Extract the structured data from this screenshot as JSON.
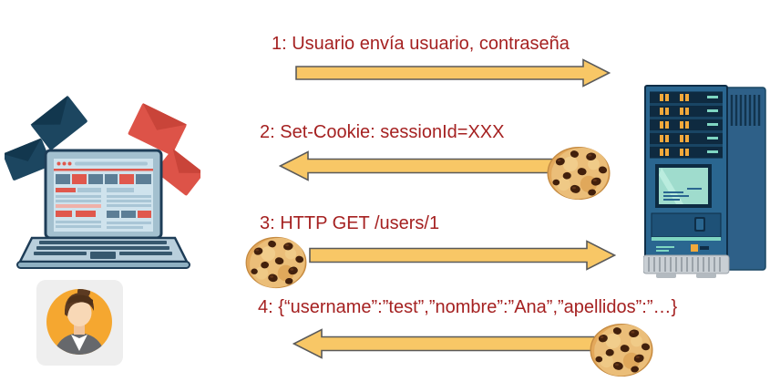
{
  "diagram_type": "sequence-flow",
  "messages": [
    {
      "label": "1: Usuario envía usuario, contraseña",
      "direction": "right",
      "has_cookie": false,
      "cookie_position": null
    },
    {
      "label": "2: Set-Cookie: sessionId=XXX",
      "direction": "left",
      "has_cookie": true,
      "cookie_position": "right-end"
    },
    {
      "label": "3: HTTP GET /users/1",
      "direction": "right",
      "has_cookie": true,
      "cookie_position": "left-end"
    },
    {
      "label": "4: {“username”:”test”,”nombre”:”Ana”,”apellidos”:”…}",
      "direction": "left",
      "has_cookie": true,
      "cookie_position": "right-end"
    }
  ],
  "actors": {
    "client": {
      "icon": "laptop-with-emails-illustration",
      "avatar_icon": "woman-avatar"
    },
    "server": {
      "icon": "server-tower-illustration"
    }
  },
  "icons": [
    "cookie-icon",
    "laptop-icon",
    "envelope-icon",
    "server-icon",
    "woman-avatar-icon"
  ],
  "colors": {
    "background": "#FFFFFF",
    "message_text": "#A52121",
    "arrow_fill": "#F8C766",
    "arrow_stroke": "#5A5A5A",
    "laptop_frame": "#A3C0CF",
    "laptop_outline": "#1E3D57",
    "browser_bg": "#CFE3ED",
    "accent_red": "#E0584D",
    "accent_bluegrey": "#5C7E96",
    "envelope_navy": "#1C4660",
    "envelope_red": "#DD5348",
    "server_blue": "#2A6690",
    "server_dark": "#0F2E47",
    "server_led_orange": "#F2A93B",
    "server_screen_teal": "#9FDCCD",
    "server_base_grey": "#C9CFD4",
    "avatar_bg": "#EEEEEE",
    "avatar_circle": "#F5A730",
    "cookie_base": "#E3A85B",
    "cookie_chip": "#42200C"
  }
}
